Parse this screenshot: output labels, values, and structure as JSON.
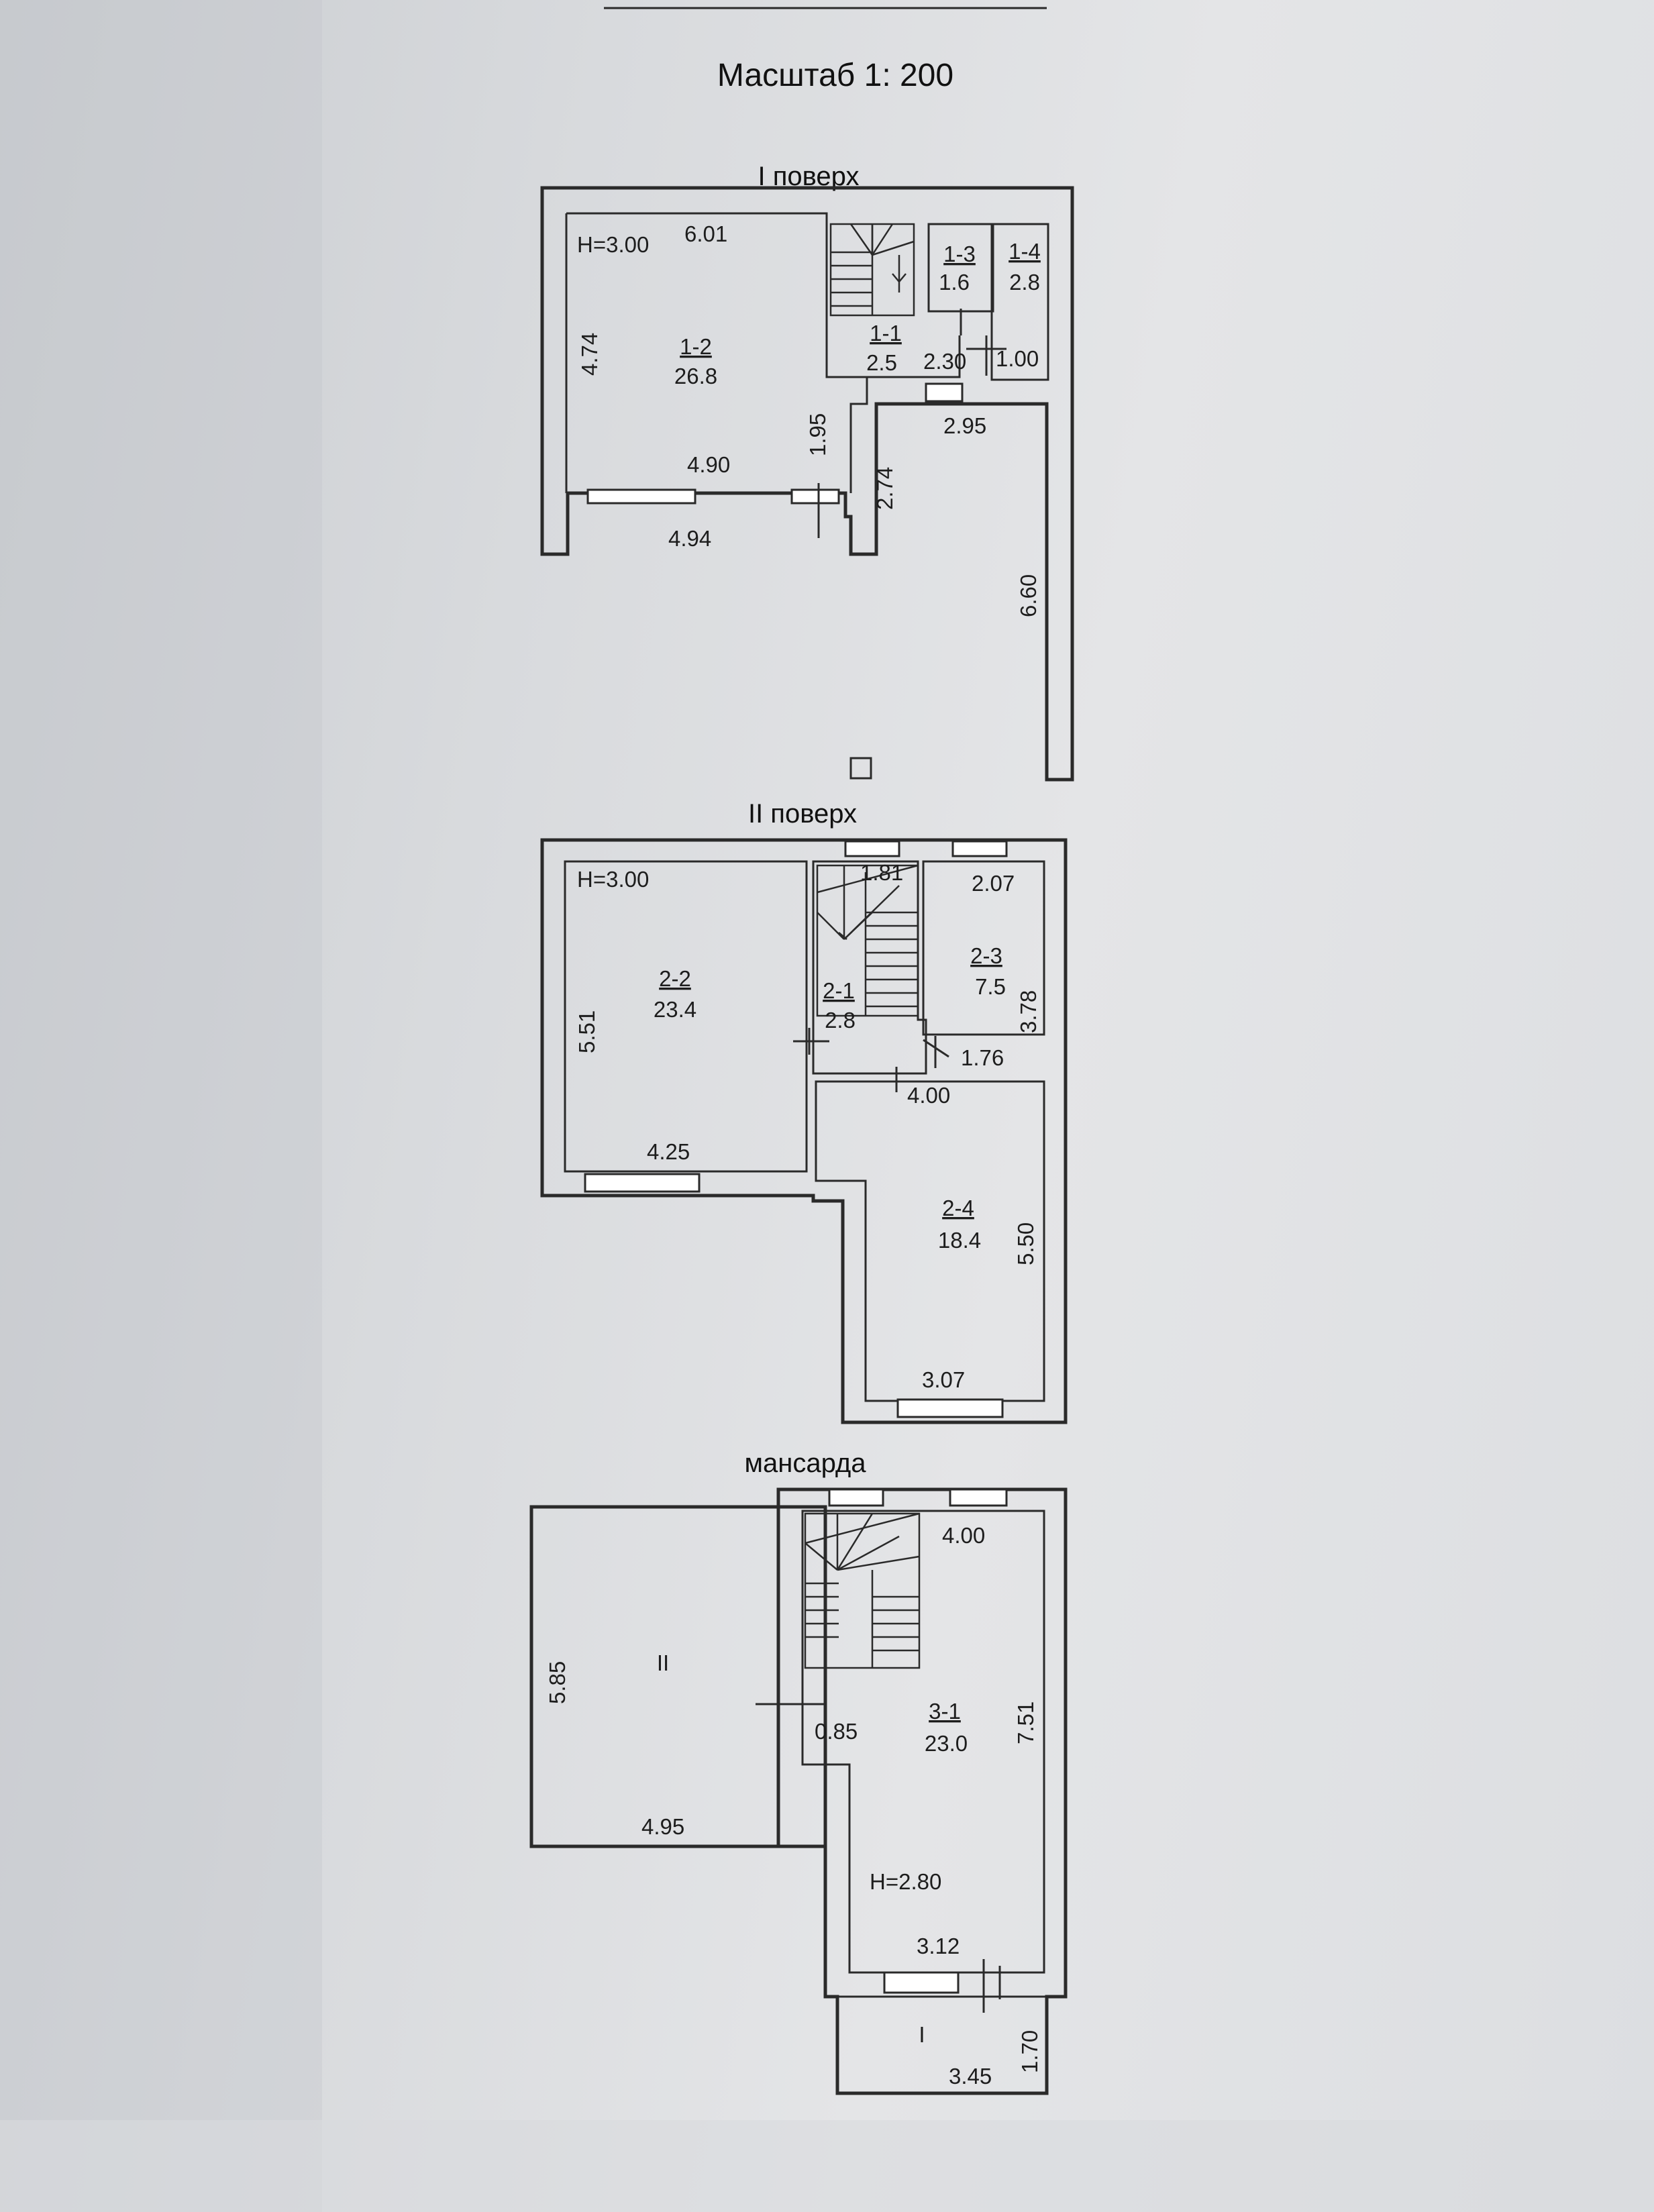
{
  "title": "Масштаб 1: 200",
  "floor1": {
    "heading": "I поверх",
    "height": "H=3.00",
    "rooms": [
      {
        "id": "1-2",
        "area": "26.8"
      },
      {
        "id": "1-1",
        "area": "2.5"
      },
      {
        "id": "1-3",
        "area": "1.6"
      },
      {
        "id": "1-4",
        "area": "2.8"
      }
    ],
    "dims": {
      "d601": "6.01",
      "d474": "4.74",
      "d490": "4.90",
      "d494": "4.94",
      "d195": "1.95",
      "d274": "2.74",
      "d230": "2.30",
      "d100": "1.00",
      "d295": "2.95",
      "d660": "6.60"
    }
  },
  "floor2": {
    "heading": "II поверх",
    "height": "H=3.00",
    "rooms": [
      {
        "id": "2-2",
        "area": "23.4"
      },
      {
        "id": "2-1",
        "area": "2.8"
      },
      {
        "id": "2-3",
        "area": "7.5"
      },
      {
        "id": "2-4",
        "area": "18.4"
      }
    ],
    "dims": {
      "d181": "1.81",
      "d207": "2.07",
      "d551": "5.51",
      "d378": "3.78",
      "d176": "1.76",
      "d400": "4.00",
      "d425": "4.25",
      "d550": "5.50",
      "d307": "3.07"
    }
  },
  "attic": {
    "heading": "мансарда",
    "height": "H=2.80",
    "rooms": [
      {
        "id": "3-1",
        "area": "23.0"
      }
    ],
    "terrace_ii": "II",
    "terrace_i": "I",
    "dims": {
      "d400": "4.00",
      "d585": "5.85",
      "d085": "0.85",
      "d751": "7.51",
      "d495": "4.95",
      "d312": "3.12",
      "d345": "3.45",
      "d170": "1.70"
    }
  },
  "colors": {
    "ink": "#2a2a2a",
    "paper": "#dcdee1"
  }
}
